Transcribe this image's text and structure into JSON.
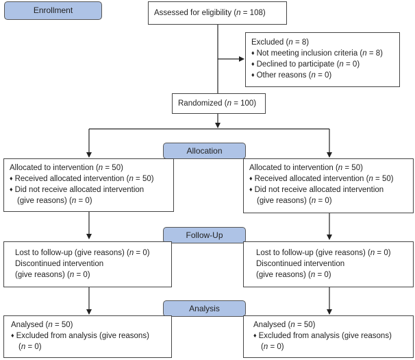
{
  "stages": {
    "enrollment": "Enrollment",
    "allocation": "Allocation",
    "followup": "Follow-Up",
    "analysis": "Analysis"
  },
  "assessed": {
    "pre": "Assessed for eligibility (",
    "n": "n",
    "post": " = 108)"
  },
  "excluded": {
    "title_pre": "Excluded (",
    "title_post": " = 8)",
    "items": [
      {
        "pre": "Not meeting inclusion criteria (",
        "post": " = 8)"
      },
      {
        "pre": "Declined to participate (",
        "post": " = 0)"
      },
      {
        "pre": "Other reasons (",
        "post": " = 0)"
      }
    ]
  },
  "randomized": {
    "pre": "Randomized (",
    "post": " = 100)"
  },
  "allocation": {
    "title_pre": "Allocated to intervention (",
    "title_post": " = 50)",
    "received_pre": "Received allocated intervention (",
    "received_post": " = 50)",
    "not_received": "Did not receive allocated intervention",
    "reasons_pre": "(give reasons) (",
    "reasons_post": " = 0)"
  },
  "followup": {
    "lost_pre": "Lost to follow-up (give reasons) (",
    "lost_post": " = 0)",
    "discontinued": "Discontinued intervention",
    "reasons_pre": "(give reasons) (",
    "reasons_post": " = 0)"
  },
  "analysis": {
    "title_pre": "Analysed (",
    "title_post": " = 50)",
    "excluded": "Excluded from analysis (give reasons)",
    "n_pre": "(",
    "n_post": " = 0)"
  },
  "colors": {
    "stage_fill": "#aec3e6",
    "border": "#444444"
  }
}
